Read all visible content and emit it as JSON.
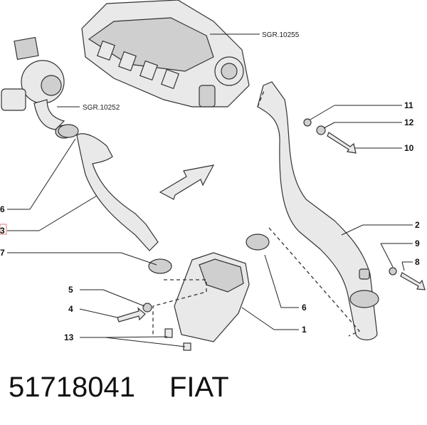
{
  "refs": {
    "manifold": "SGR.10255",
    "turbo": "SGR.10252"
  },
  "callouts": {
    "c11": "11",
    "c12": "12",
    "c10": "10",
    "c2": "2",
    "c6a": "6",
    "c3": "3",
    "c7": "7",
    "c9": "9",
    "c8": "8",
    "c5": "5",
    "c4": "4",
    "c6b": "6",
    "c1": "1",
    "c13": "13"
  },
  "footer": {
    "part_number": "51718041",
    "brand": "FIAT"
  }
}
